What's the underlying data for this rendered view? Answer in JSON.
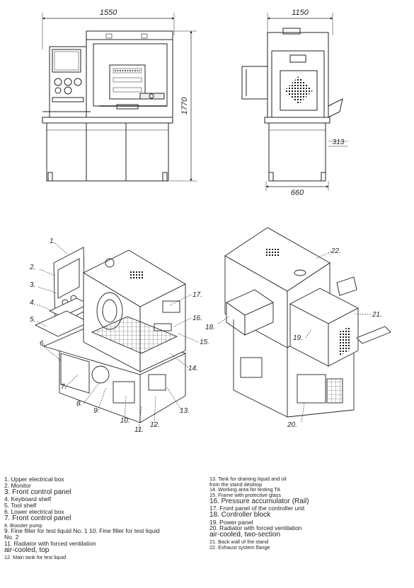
{
  "dimensions": {
    "front_width": "1550",
    "height": "1770",
    "side_width": "1150",
    "side_depth": "660",
    "shelf_depth": "313"
  },
  "callouts_left": [
    "1.",
    "2.",
    "3.",
    "4.",
    "5.",
    "6.",
    "7.",
    "8.",
    "9.",
    "10.",
    "11.",
    "12.",
    "13.",
    "14.",
    "15.",
    "16.",
    "17."
  ],
  "callouts_right": [
    "18.",
    "19.",
    "20.",
    "21.",
    "22."
  ],
  "legend": {
    "left": [
      {
        "text": "1. Upper electrical box",
        "size": "med"
      },
      {
        "text": "2. Monitor",
        "size": "med"
      },
      {
        "text": "3. Front control panel",
        "size": "big"
      },
      {
        "text": "4. Keyboard shelf",
        "size": "med"
      },
      {
        "text": "5. Tool shelf",
        "size": "med"
      },
      {
        "text": "6. Lower electrical box",
        "size": "med"
      },
      {
        "text": "7. Front control panel",
        "size": "big"
      },
      {
        "text": "8. Booster pump",
        "size": "sm"
      },
      {
        "text": "9. Fine filter for test liquid No. 1 10. Fine filter for test liquid",
        "size": "med"
      },
      {
        "text": "No. 2",
        "size": "med"
      },
      {
        "text": "11. Radiator with forced ventilation",
        "size": "med"
      },
      {
        "text": "air-cooled, top",
        "size": "big"
      },
      {
        "text": "12. Main tank for test liquid",
        "size": "sm"
      }
    ],
    "right": [
      {
        "text": "13. Tank for draining liquid and oil",
        "size": "sm"
      },
      {
        "text": "from the stand desktop",
        "size": "sm"
      },
      {
        "text": "14. Working area for testing TA",
        "size": "sm"
      },
      {
        "text": "15. Frame with protective glass",
        "size": "sm"
      },
      {
        "text": "16. Pressure accumulator (Rail)",
        "size": "big"
      },
      {
        "text": "17. Front panel of the controller unit",
        "size": "med"
      },
      {
        "text": "18. Controller block",
        "size": "big"
      },
      {
        "text": "19. Power panel",
        "size": "med"
      },
      {
        "text": "20. Radiator with forced ventilation",
        "size": "med"
      },
      {
        "text": "air-cooled, two-section",
        "size": "big"
      },
      {
        "text": "21. Back wall of the stand",
        "size": "sm"
      },
      {
        "text": "22. Exhaust system flange",
        "size": "sm"
      }
    ]
  }
}
